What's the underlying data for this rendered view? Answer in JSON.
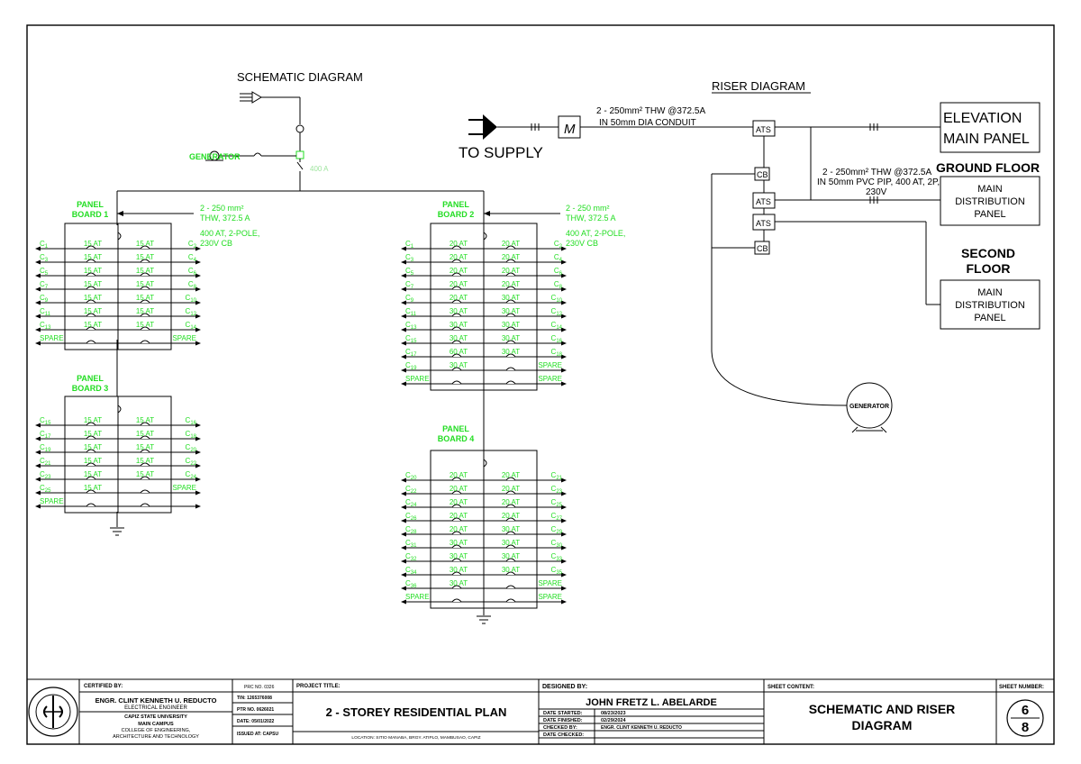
{
  "schematic": {
    "title": "SCHEMATIC DIAGRAM",
    "generator_label": "GENERATOR",
    "main_breaker": "400 A",
    "panels": [
      {
        "label_line1": "PANEL",
        "label_line2": "BOARD 1",
        "feeder_note": [
          "2 - 250 mm²",
          "THW, 372.5 A"
        ],
        "breaker_note": [
          "400 AT, 2-POLE,",
          "230V CB"
        ],
        "rows": [
          {
            "left": "C1",
            "lat": "15 AT",
            "rat": "15 AT",
            "right": "C2"
          },
          {
            "left": "C3",
            "lat": "15 AT",
            "rat": "15 AT",
            "right": "C4"
          },
          {
            "left": "C5",
            "lat": "15 AT",
            "rat": "15 AT",
            "right": "C6"
          },
          {
            "left": "C7",
            "lat": "15 AT",
            "rat": "15 AT",
            "right": "C8"
          },
          {
            "left": "C9",
            "lat": "15 AT",
            "rat": "15 AT",
            "right": "C10"
          },
          {
            "left": "C11",
            "lat": "15 AT",
            "rat": "15 AT",
            "right": "C12"
          },
          {
            "left": "C13",
            "lat": "15 AT",
            "rat": "15 AT",
            "right": "C14"
          },
          {
            "left": "SPARE",
            "lat": "",
            "rat": "",
            "right": "SPARE"
          }
        ]
      },
      {
        "label_line1": "PANEL",
        "label_line2": "BOARD 2",
        "feeder_note": [
          "2 - 250 mm²",
          "THW, 372.5 A"
        ],
        "breaker_note": [
          "400 AT, 2-POLE,",
          "230V CB"
        ],
        "rows": [
          {
            "left": "C1",
            "lat": "20 AT",
            "rat": "20 AT",
            "right": "C2"
          },
          {
            "left": "C3",
            "lat": "20 AT",
            "rat": "20 AT",
            "right": "C4"
          },
          {
            "left": "C5",
            "lat": "20 AT",
            "rat": "20 AT",
            "right": "C6"
          },
          {
            "left": "C7",
            "lat": "20 AT",
            "rat": "20 AT",
            "right": "C8"
          },
          {
            "left": "C9",
            "lat": "20 AT",
            "rat": "30 AT",
            "right": "C10"
          },
          {
            "left": "C11",
            "lat": "30 AT",
            "rat": "30 AT",
            "right": "C12"
          },
          {
            "left": "C13",
            "lat": "30 AT",
            "rat": "30 AT",
            "right": "C14"
          },
          {
            "left": "C15",
            "lat": "30 AT",
            "rat": "30 AT",
            "right": "C16"
          },
          {
            "left": "C17",
            "lat": "60 AT",
            "rat": "30 AT",
            "right": "C18"
          },
          {
            "left": "C19",
            "lat": "30 AT",
            "rat": "",
            "right": "SPARE"
          },
          {
            "left": "SPARE",
            "lat": "",
            "rat": "",
            "right": "SPARE"
          }
        ]
      },
      {
        "label_line1": "PANEL",
        "label_line2": "BOARD 3",
        "rows": [
          {
            "left": "C15",
            "lat": "15 AT",
            "rat": "15 AT",
            "right": "C16"
          },
          {
            "left": "C17",
            "lat": "15 AT",
            "rat": "15 AT",
            "right": "C18"
          },
          {
            "left": "C19",
            "lat": "15 AT",
            "rat": "15 AT",
            "right": "C20"
          },
          {
            "left": "C21",
            "lat": "15 AT",
            "rat": "15 AT",
            "right": "C22"
          },
          {
            "left": "C23",
            "lat": "15 AT",
            "rat": "15 AT",
            "right": "C24"
          },
          {
            "left": "C25",
            "lat": "15 AT",
            "rat": "",
            "right": "SPARE"
          },
          {
            "left": "SPARE",
            "lat": "",
            "rat": "",
            "right": ""
          }
        ]
      },
      {
        "label_line1": "PANEL",
        "label_line2": "BOARD 4",
        "rows": [
          {
            "left": "C20",
            "lat": "20 AT",
            "rat": "20 AT",
            "right": "C21"
          },
          {
            "left": "C22",
            "lat": "20 AT",
            "rat": "20 AT",
            "right": "C23"
          },
          {
            "left": "C24",
            "lat": "20 AT",
            "rat": "20 AT",
            "right": "C25"
          },
          {
            "left": "C26",
            "lat": "20 AT",
            "rat": "20 AT",
            "right": "C27"
          },
          {
            "left": "C28",
            "lat": "20 AT",
            "rat": "30 AT",
            "right": "C29"
          },
          {
            "left": "C31",
            "lat": "30 AT",
            "rat": "30 AT",
            "right": "C30"
          },
          {
            "left": "C32",
            "lat": "30 AT",
            "rat": "30 AT",
            "right": "C33"
          },
          {
            "left": "C34",
            "lat": "30 AT",
            "rat": "30 AT",
            "right": "C35"
          },
          {
            "left": "C36",
            "lat": "30 AT",
            "rat": "",
            "right": "SPARE"
          },
          {
            "left": "SPARE",
            "lat": "",
            "rat": "",
            "right": "SPARE"
          }
        ]
      }
    ]
  },
  "riser": {
    "title": "RISER DIAGRAM",
    "supply_label": "TO SUPPLY",
    "meter_symbol": "M",
    "main_feeder": [
      "2 - 250mm² THW @372.5A",
      "IN 50mm DIA CONDUIT"
    ],
    "ats": "ATS",
    "cb": "CB",
    "elevation_panel": [
      "ELEVATION",
      "MAIN PANEL"
    ],
    "ground_floor": "GROUND FLOOR",
    "branch_feeder": [
      "2 - 250mm² THW @372.5A",
      "IN 50mm PVC PIP, 400 AT, 2P,",
      "230V"
    ],
    "mdp": [
      "MAIN",
      "DISTRIBUTION",
      "PANEL"
    ],
    "second_floor": [
      "SECOND",
      "FLOOR"
    ],
    "generator": "GENERATOR"
  },
  "title_block": {
    "certified_by_label": "CERTIFIED BY:",
    "engineer_name": "ENGR. CLINT KENNETH U. REDUCTO",
    "engineer_title": "ELECTRICAL ENGINEER",
    "university": "CAPIZ STATE UNIVERSITY",
    "campus": "MAIN CAMPUS",
    "college_1": "COLLEGE OF ENGINEERING,",
    "college_2": "ARCHITECTURE AND TECHNOLOGY",
    "prc": "PRC NO. 0326",
    "tin": "TIN: 1265376008",
    "ptr": "PTR NO. 0626021",
    "date": "DATE: 05/01/2022",
    "issued": "ISSUED AT: CAPSU",
    "project_title_label": "PROJECT TITLE:",
    "project_title": "2 - STOREY RESIDENTIAL PLAN",
    "location": "LOCATION: SITIO MANABA, BRGY. ATIPLO, MAMBUSAO, CAPIZ",
    "designed_by_label": "DESIGNED BY:",
    "designer": "JOHN FRETZ L. ABELARDE",
    "date_started_label": "DATE STARTED:",
    "date_started": "08/23/2023",
    "date_finished_label": "DATE FINISHED:",
    "date_finished": "02/29/2024",
    "checked_by_label": "CHECKED BY:",
    "checked_by": "ENGR. CLINT KENNETH U. REDUCTO",
    "date_checked_label": "DATE CHECKED:",
    "sheet_content_label": "SHEET CONTENT:",
    "sheet_content_1": "SCHEMATIC AND RISER",
    "sheet_content_2": "DIAGRAM",
    "sheet_number_label": "SHEET NUMBER:",
    "sheet_number": "6",
    "sheet_total": "8"
  }
}
